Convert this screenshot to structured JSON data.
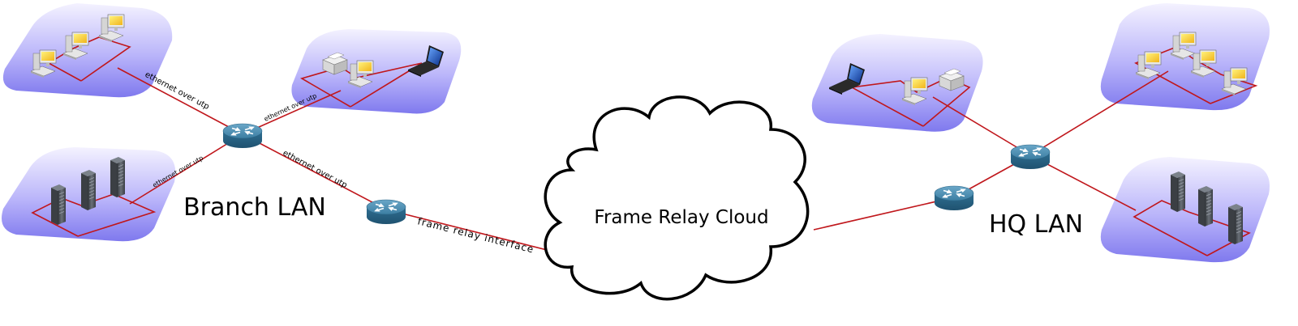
{
  "labels": {
    "branch_lan": "Branch LAN",
    "hq_lan": "HQ LAN",
    "cloud": "Frame Relay Cloud",
    "eth_utp": "ethernet over utp",
    "frame_relay_interface": "frame relay interface"
  },
  "colors": {
    "link": "#c0171c",
    "pad_top": "#f2f0ff",
    "pad_bottom": "#8a84f2",
    "router_top": "#4f8fb0",
    "router_side": "#2c6888",
    "monitor_screen": "#f8d63a",
    "pc_body": "#cfcfcf",
    "server_body": "#555a60",
    "cloud_fill": "#ffffff",
    "cloud_stroke": "#000000"
  },
  "icons": [
    "router-icon",
    "desktop-pc-icon",
    "laptop-icon",
    "printer-icon",
    "server-tower-icon",
    "cloud-icon"
  ]
}
